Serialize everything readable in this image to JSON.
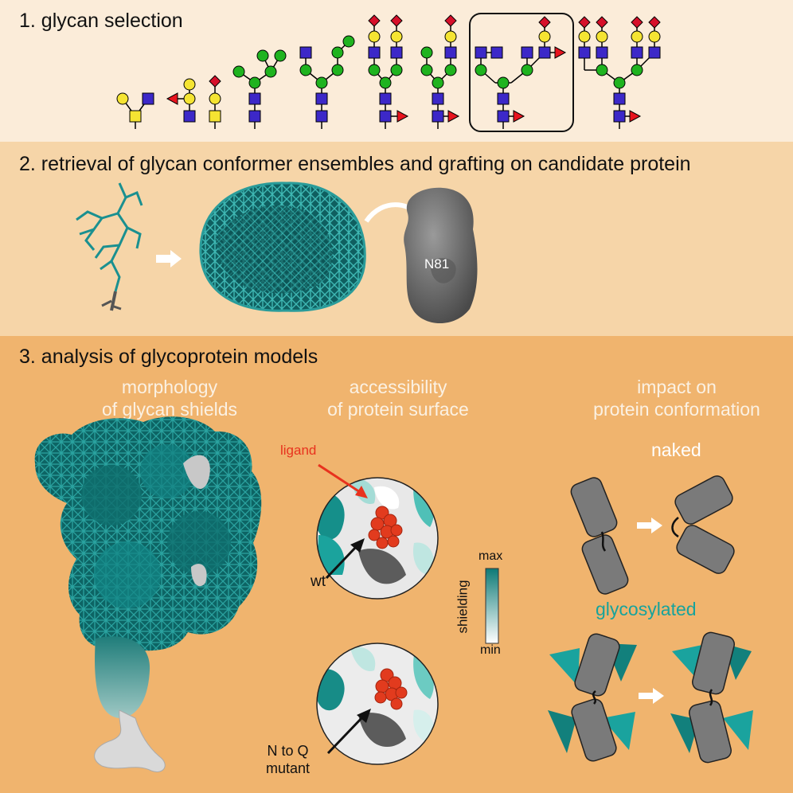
{
  "panels": {
    "p1_title": "1. glycan selection",
    "p2_title": "2. retrieval of glycan conformer ensembles and grafting on candidate protein",
    "p3_title": "3. analysis of glycoprotein models"
  },
  "grafting": {
    "site_label": "N81"
  },
  "analysis": {
    "col1": {
      "line1": "morphology",
      "line2": "of glycan shields"
    },
    "col2": {
      "line1": "accessibility",
      "line2": "of protein surface"
    },
    "col3": {
      "line1": "impact on",
      "line2": "protein conformation"
    },
    "ligand_label": "ligand",
    "wt_label": "wt",
    "mutant_line1": "N to Q",
    "mutant_line2": "mutant",
    "scale": {
      "title": "shielding",
      "max": "max",
      "min": "min"
    },
    "naked_label": "naked",
    "glycosylated_label": "glycosylated"
  },
  "colors": {
    "hexnac_square": "#3c28c8",
    "galnac_square": "#f5e432",
    "mannose_circle": "#1fb31f",
    "galactose_circle": "#f5e432",
    "fucose_triangle": "#e8141e",
    "sialic_diamond": "#d6102a",
    "glycan_teal": "#1a8c8c",
    "protein_gray": "#7a7a7a",
    "ligand_red": "#e23b1e"
  }
}
